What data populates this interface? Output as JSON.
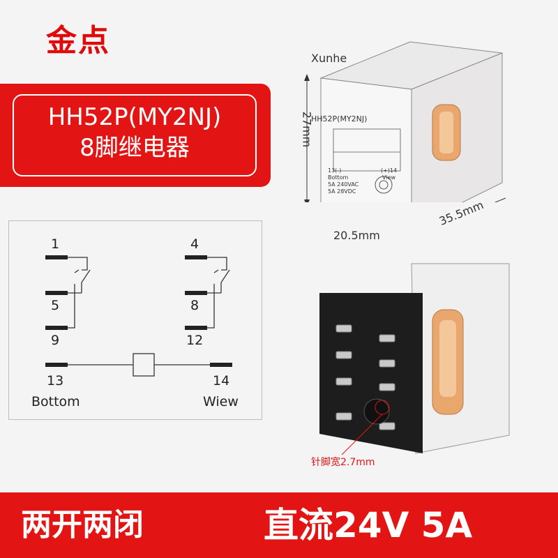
{
  "brand": "金点",
  "model": {
    "code": "HH52P(MY2NJ)",
    "desc": "8脚继电器"
  },
  "relay_label": {
    "maker": "Xunhe",
    "model": "HH52P(MY2NJ)",
    "pin13": "13(-)",
    "pin14": "(+)14",
    "bottom": "Bottom",
    "view": "View",
    "rating_ac": "5A 240VAC",
    "rating_dc": "5A 28VDC"
  },
  "dimensions": {
    "height": "27mm",
    "width": "20.5mm",
    "depth": "35.5mm"
  },
  "diagram": {
    "pins": [
      "1",
      "5",
      "9",
      "4",
      "8",
      "12",
      "13",
      "14"
    ],
    "bottom": "Bottom",
    "view": "Wiew"
  },
  "pin_width_note": "针脚宽2.7mm",
  "footer": {
    "left": "两开两闭",
    "right": "直流24V 5A"
  },
  "colors": {
    "accent": "#e31414",
    "background": "#f4f4f4"
  }
}
